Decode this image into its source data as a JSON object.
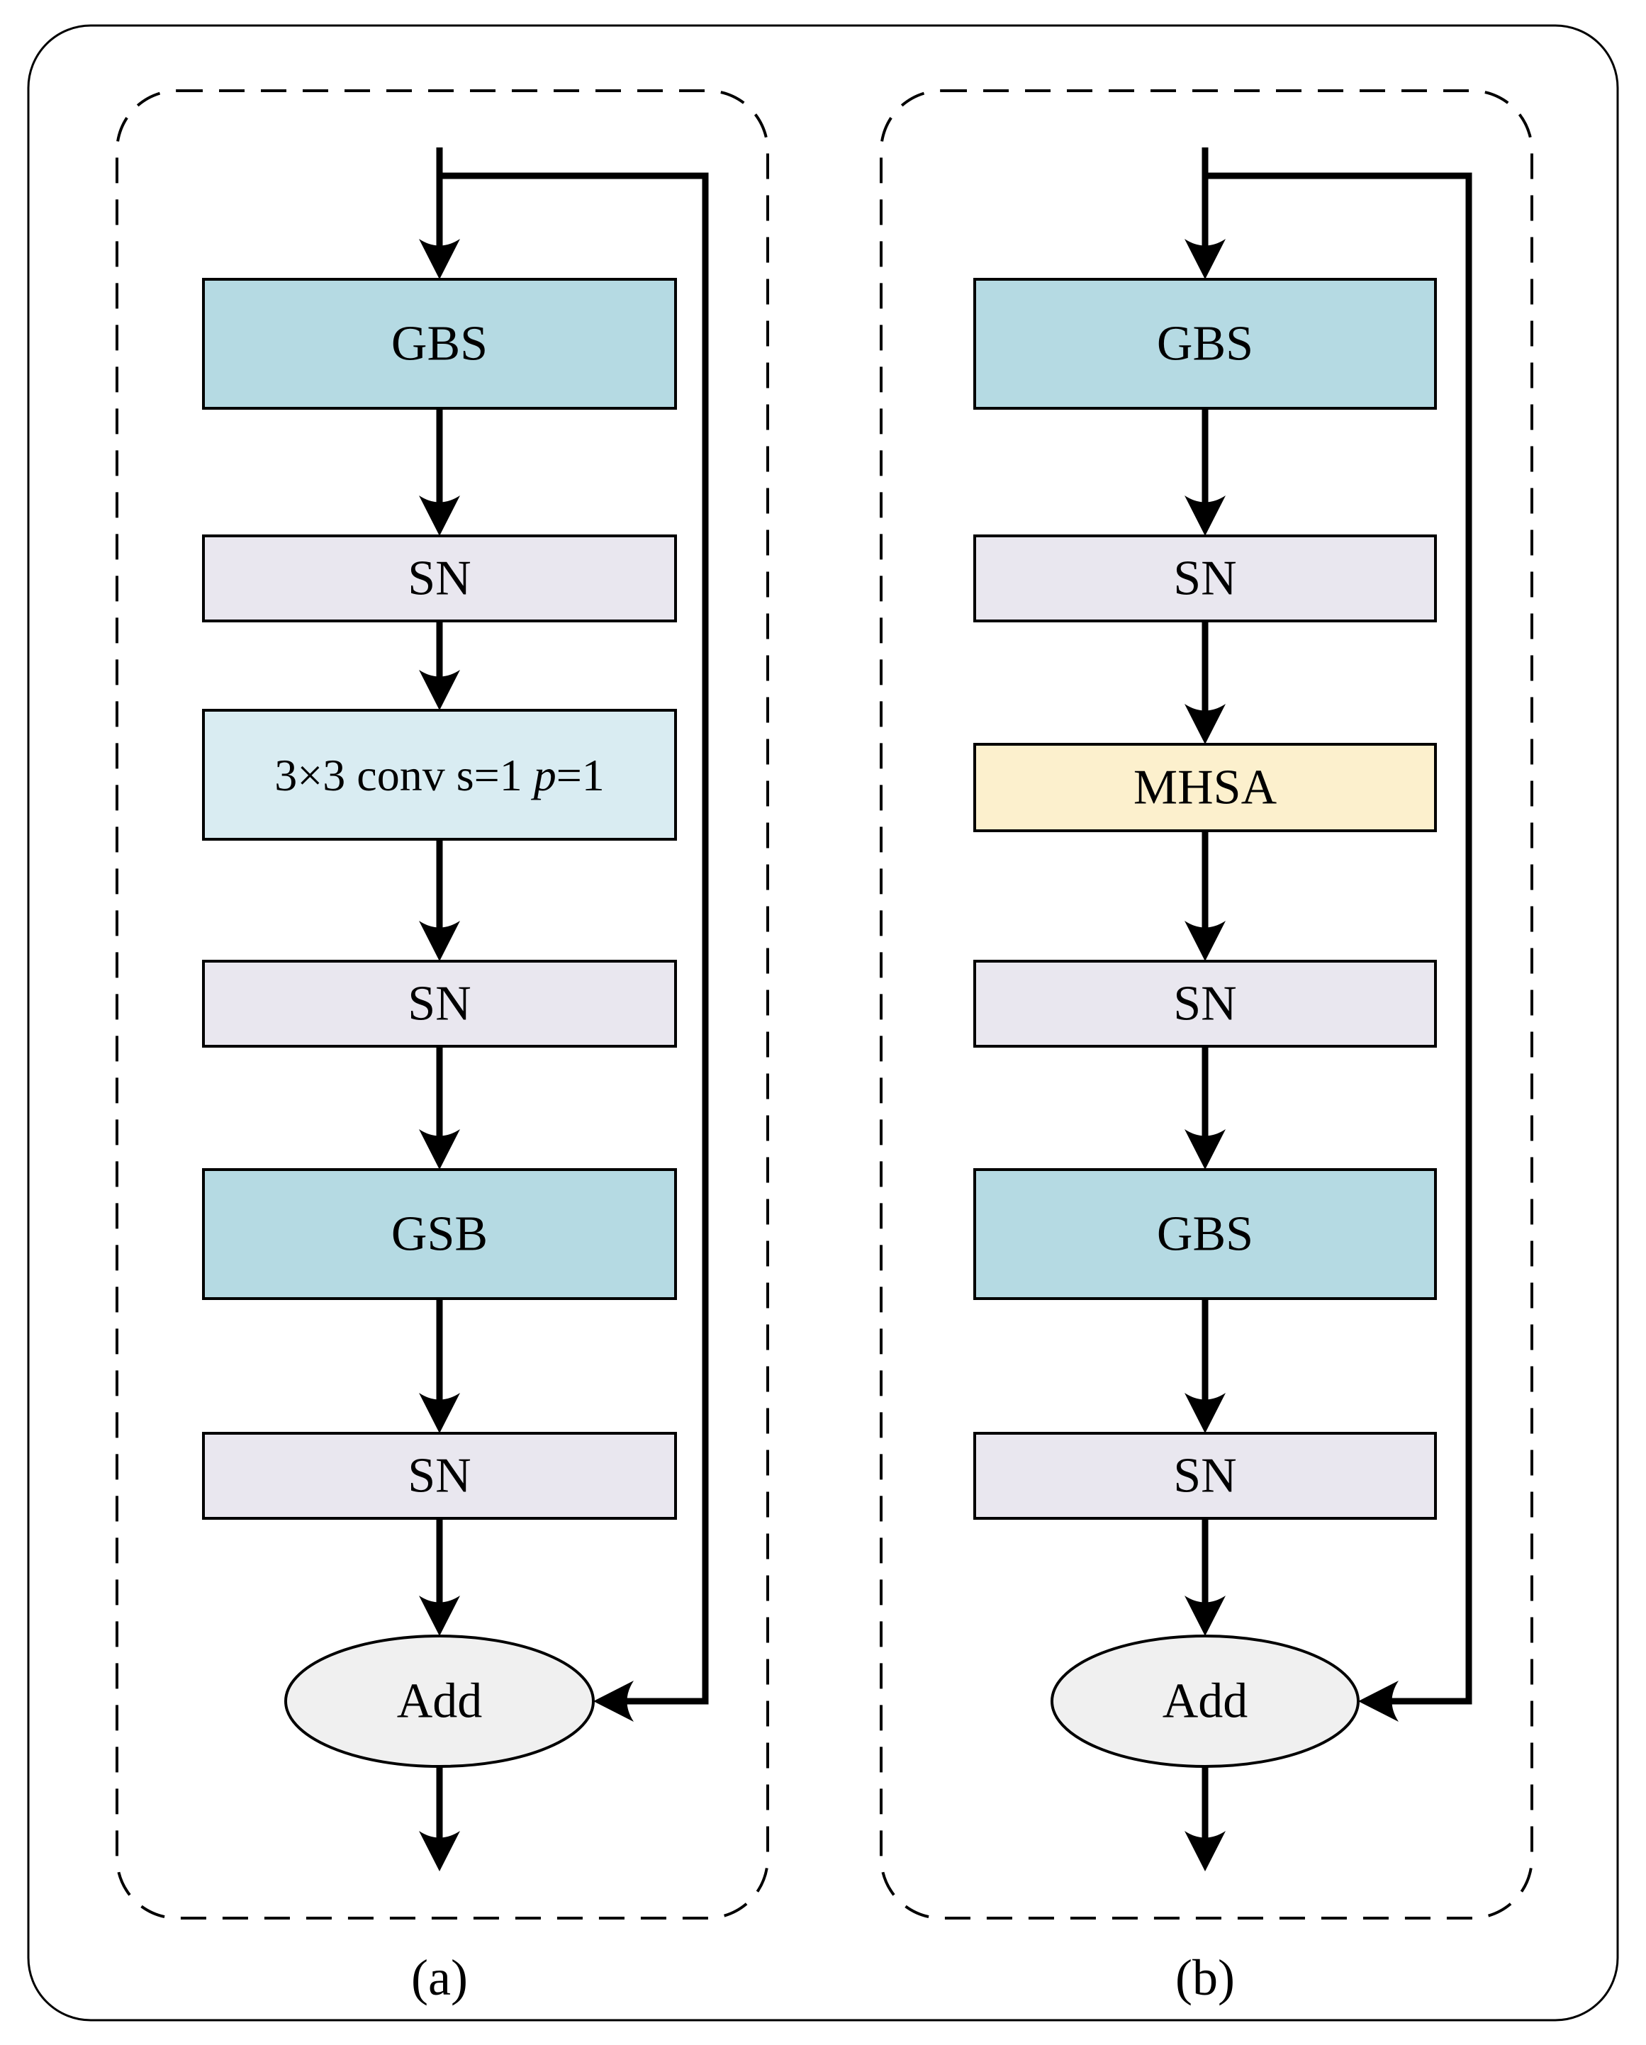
{
  "figure": {
    "colors": {
      "gbs_block": "#b5dae3",
      "sn_block": "#e9e7ef",
      "conv_block": "#d9ecf2",
      "mhsa_block": "#fcf0cd",
      "add_node": "#f0f0f0",
      "line": "#000000"
    },
    "panel_a": {
      "caption": "(a)",
      "nodes": {
        "gbs1": "GBS",
        "sn1": "SN",
        "conv_prefix": "3×3 conv s=1",
        "conv_var": "p",
        "conv_suffix": "=1",
        "sn2": "SN",
        "gsb": "GSB",
        "sn3": "SN",
        "add": "Add"
      }
    },
    "panel_b": {
      "caption": "(b)",
      "nodes": {
        "gbs1": "GBS",
        "sn1": "SN",
        "mhsa": "MHSA",
        "sn2": "SN",
        "gbs2": "GBS",
        "sn3": "SN",
        "add": "Add"
      }
    }
  }
}
